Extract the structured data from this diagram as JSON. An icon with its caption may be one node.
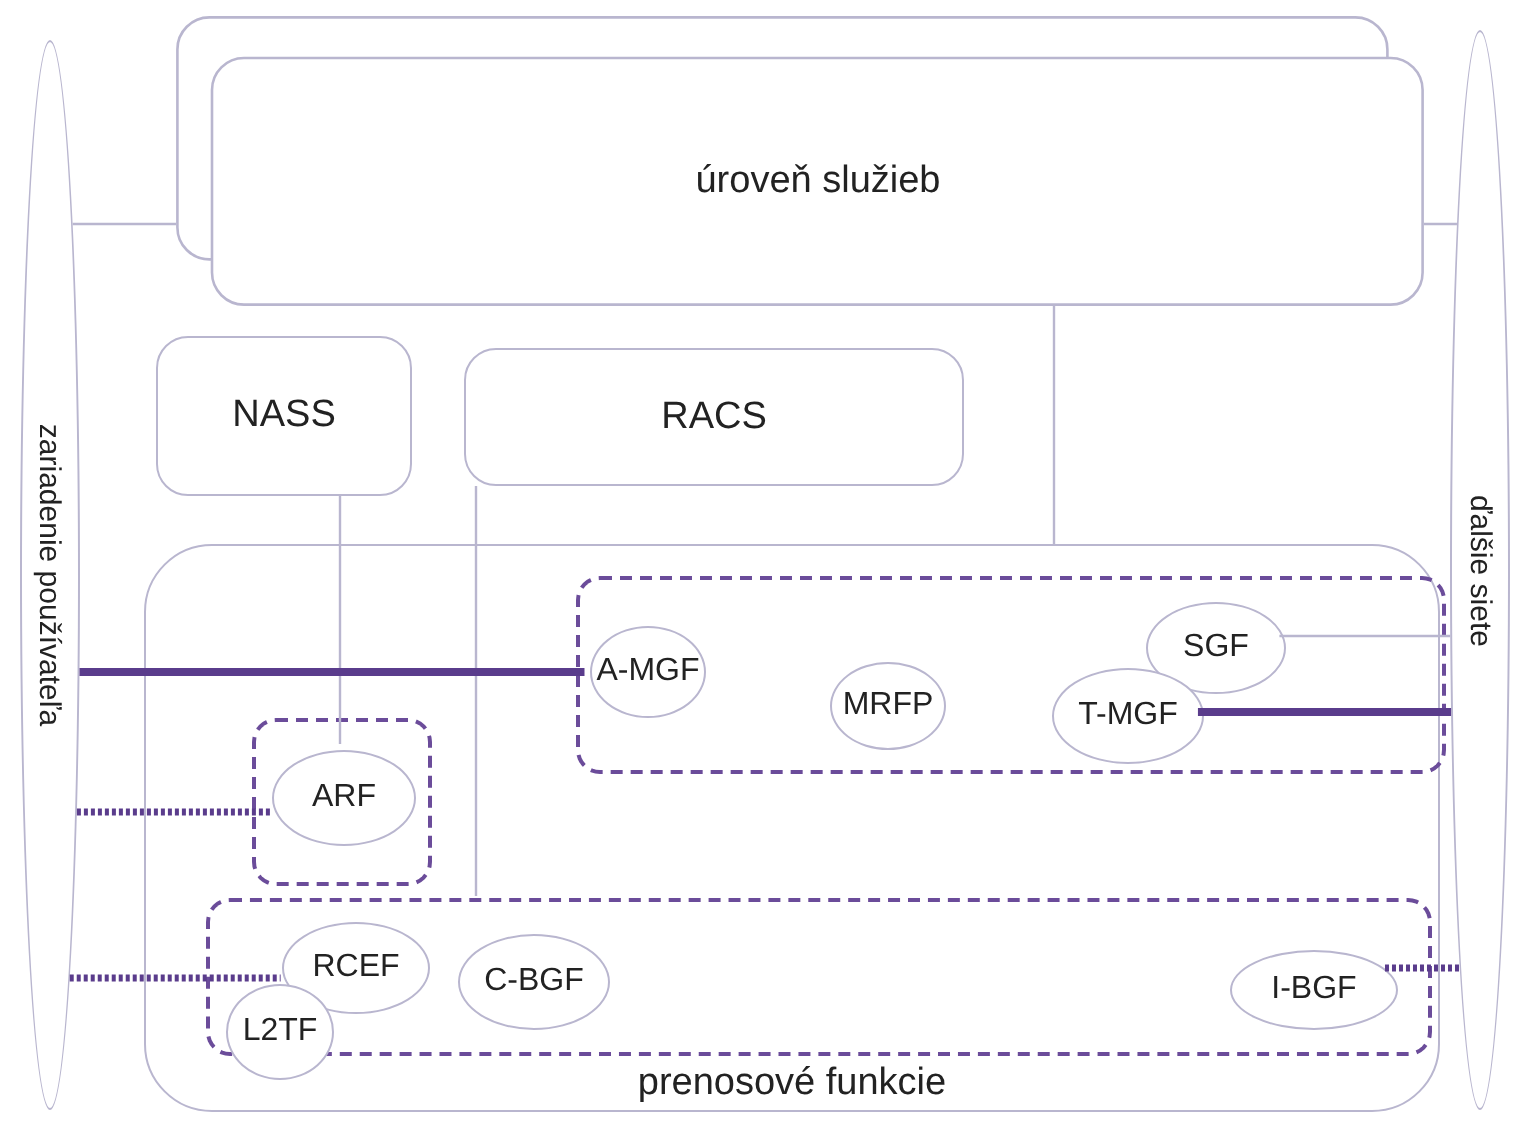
{
  "diagram": {
    "nodes": [
      {
        "text": [
          "zariadenie používateľa"
        ]
      },
      {
        "text": [
          "úroveň služieb"
        ]
      },
      {
        "text": [
          "NASS"
        ]
      },
      {
        "text": [
          "RACS"
        ]
      },
      {
        "text": [
          "ďalšie siete"
        ]
      },
      {
        "text": [
          "prenosové funkcie"
        ]
      },
      {
        "text": [],
        "shape": "box",
        "in": 5
      },
      {
        "text": [
          "A-MGF"
        ],
        "in": 6
      },
      {
        "text": [
          "MRFP"
        ],
        "in": 6
      },
      {
        "text": [
          "SGF"
        ],
        "in": 6
      },
      {
        "text": [
          "T-MGF"
        ],
        "in": 6
      },
      {
        "text": [],
        "shape": "box",
        "in": 5
      },
      {
        "text": [
          "ARF"
        ],
        "in": 11
      },
      {
        "text": [],
        "shape": "box",
        "in": 5
      },
      {
        "text": [
          "RCEF"
        ],
        "in": 13
      },
      {
        "text": [
          "C-BGF"
        ],
        "in": 13
      },
      {
        "text": [
          "L2TF"
        ],
        "in": 5
      },
      {
        "text": [
          "I-BGF"
        ],
        "in": 13
      }
    ],
    "edges": [
      {
        "from": 0,
        "to": 1,
        "arrow": "none"
      },
      {
        "from": 1,
        "to": 4,
        "arrow": "none"
      },
      {
        "from": 1,
        "to": 5,
        "arrow": "none"
      },
      {
        "from": 2,
        "to": 12,
        "arrow": "none"
      },
      {
        "from": 3,
        "to": 13,
        "arrow": "none"
      },
      {
        "from": 0,
        "to": 7,
        "arrow": "none",
        "style": "thick",
        "color": "#5a3c8c"
      },
      {
        "from": 0,
        "to": 12,
        "arrow": "none",
        "style": "dashed",
        "color": "#5a3c8c"
      },
      {
        "from": 0,
        "to": 14,
        "arrow": "none",
        "style": "dashed",
        "color": "#5a3c8c"
      },
      {
        "from": 9,
        "to": 4,
        "arrow": "none"
      },
      {
        "from": 10,
        "to": 4,
        "arrow": "none",
        "style": "thick",
        "color": "#5a3c8c"
      },
      {
        "from": 17,
        "to": 4,
        "arrow": "none",
        "style": "dashed",
        "color": "#5a3c8c"
      }
    ]
  }
}
